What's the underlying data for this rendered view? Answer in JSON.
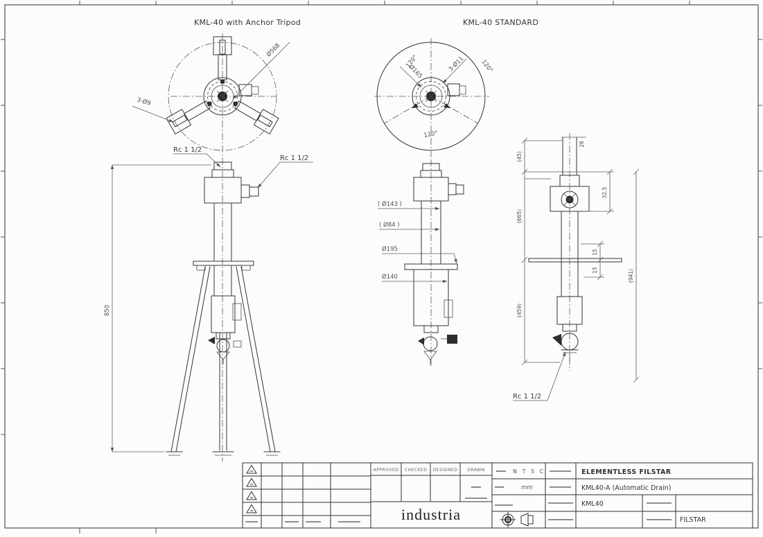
{
  "page": {
    "bg": "#fcfcfc",
    "line_color": "#333333",
    "dim_color": "#5c5c5c"
  },
  "views": {
    "tripod": {
      "title": "KML-40 with Anchor Tripod",
      "dia_outer": "Ø568",
      "holes": "3-Ø9",
      "rc_top": "Rc 1 1/2",
      "rc_side": "Rc 1 1/2",
      "height": "850"
    },
    "standard": {
      "title": "KML-40 STANDARD",
      "angle_top_left": "120°",
      "angle_top_right": "120°",
      "angle_bottom": "120°",
      "dia_bolt_circle": "Ø165",
      "holes": "3-Ø11",
      "dia_cap": "( Ø143 )",
      "dia_tube": "( Ø84 )",
      "dia_flange": "Ø195",
      "dia_body": "Ø140"
    },
    "side": {
      "dim_offset": "26",
      "dim_head": "32.5",
      "dim_top": "(45)",
      "dim_tube": "(665)",
      "dim_lower": "(459)",
      "dim_total": "(941)",
      "dim_flange_up": "15",
      "dim_flange_dn": "15",
      "rc_drain": "Rc 1 1/2"
    }
  },
  "title_block": {
    "approved": "APPROVED",
    "checked": "CHECKED",
    "designed": "DESIGNED",
    "drawn": "DRAWN",
    "company": "industria",
    "scale": "N T S C",
    "units": "mm",
    "product_title": "ELEMENTLESS FILSTAR",
    "model_title": "KML40-A (Automatic Drain)",
    "drawing_no": "KML40",
    "brand": "FILSTAR"
  }
}
